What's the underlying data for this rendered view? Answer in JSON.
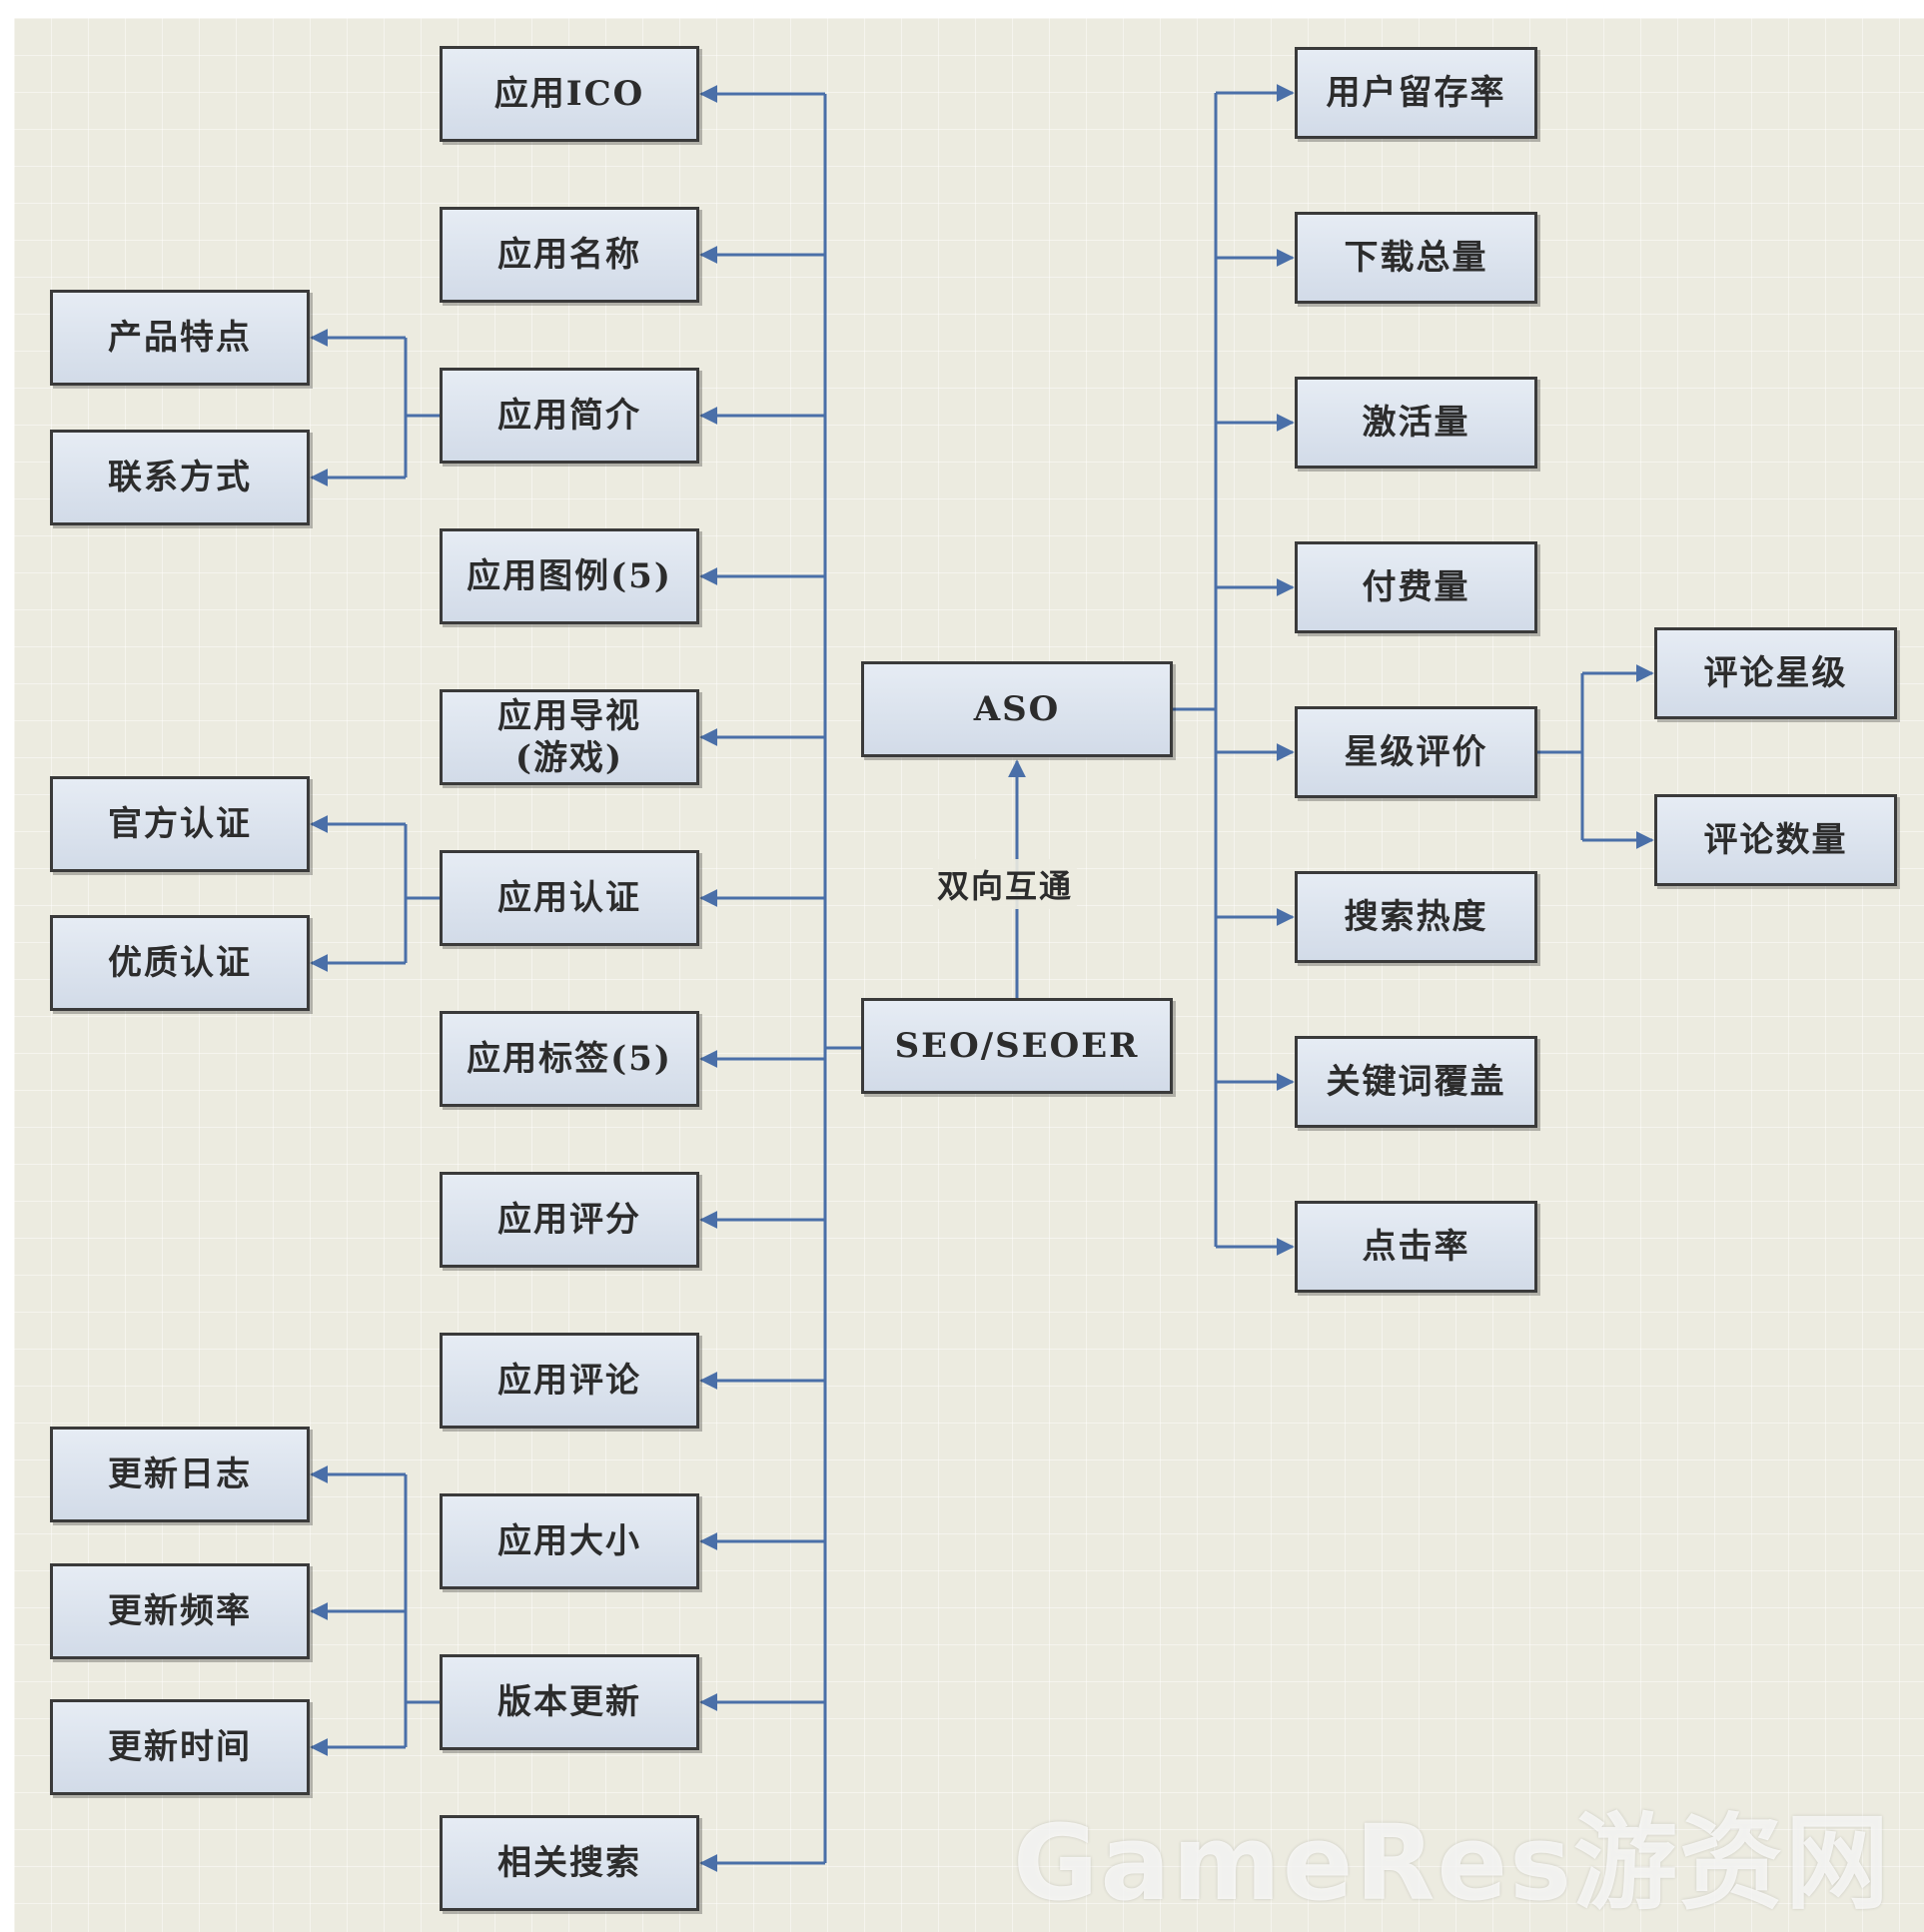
{
  "diagram": {
    "center": {
      "aso": "ASO",
      "seo": "SEO/SEOER",
      "link_label": "双向互通"
    },
    "left_nodes": [
      "应用ICO",
      "应用名称",
      "应用简介",
      "应用图例(5)",
      "应用导视\n(游戏)",
      "应用认证",
      "应用标签(5)",
      "应用评分",
      "应用评论",
      "应用大小",
      "版本更新",
      "相关搜索"
    ],
    "left_sub_nodes": {
      "app_intro": [
        "产品特点",
        "联系方式"
      ],
      "app_cert": [
        "官方认证",
        "优质认证"
      ],
      "version_update": [
        "更新日志",
        "更新频率",
        "更新时间"
      ]
    },
    "right_nodes": [
      "用户留存率",
      "下载总量",
      "激活量",
      "付费量",
      "星级评价",
      "搜索热度",
      "关键词覆盖",
      "点击率"
    ],
    "right_sub_nodes": {
      "star_rating": [
        "评论星级",
        "评论数量"
      ]
    },
    "colors": {
      "connector": "#4a6fa8",
      "box_border": "#3a3a3a",
      "box_fill": "#dce3ee"
    }
  },
  "watermark": "GameRes游资网"
}
